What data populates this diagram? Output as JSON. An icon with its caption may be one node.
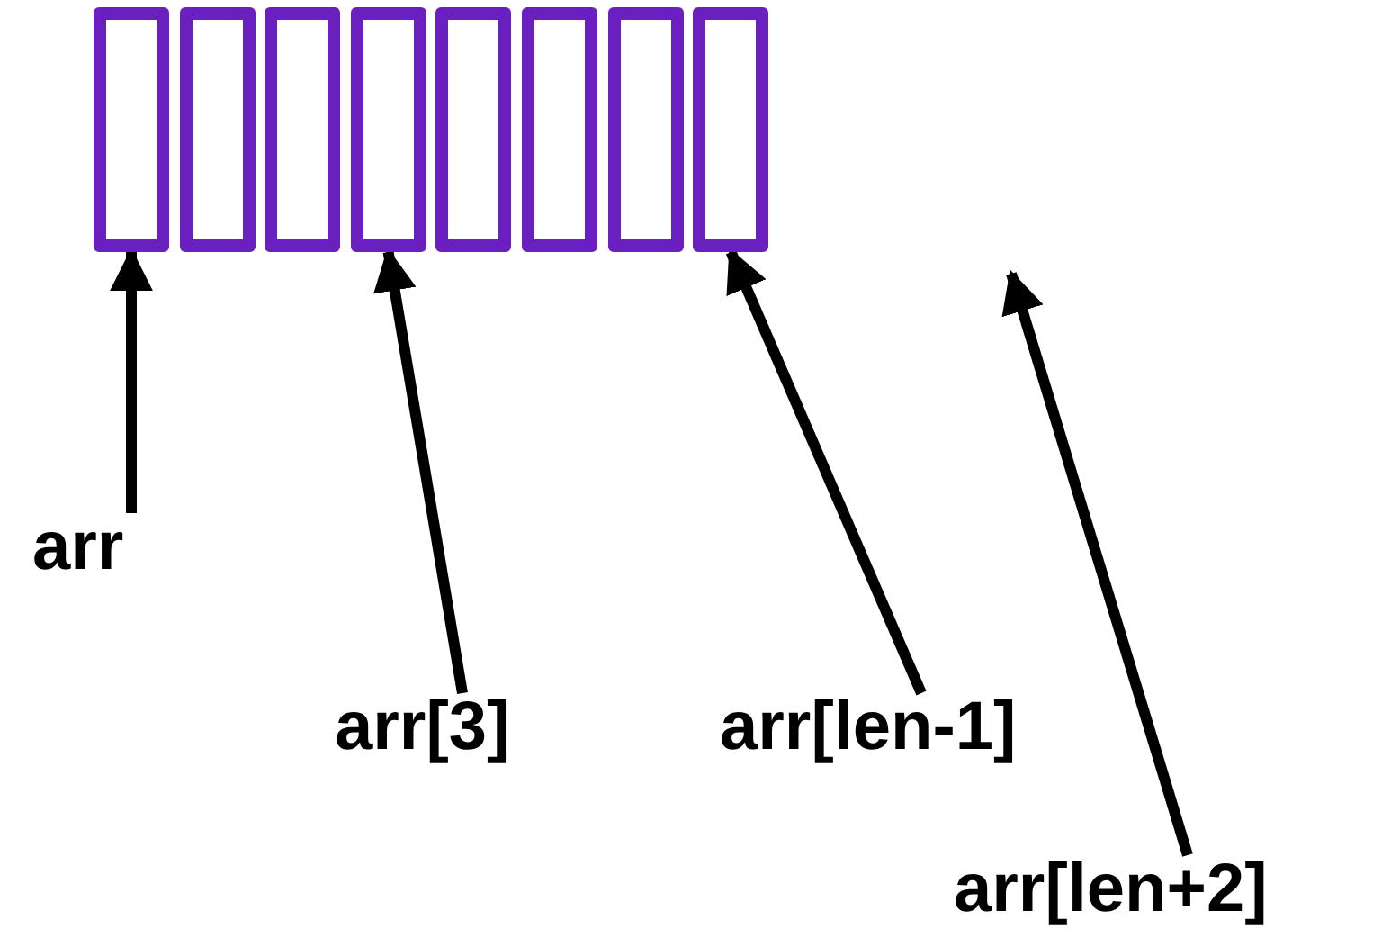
{
  "diagram": {
    "nodes": [
      {
        "text": [],
        "shape": "box"
      },
      {
        "text": [],
        "shape": "box"
      },
      {
        "text": [],
        "shape": "box"
      },
      {
        "text": [],
        "shape": "box"
      },
      {
        "text": [],
        "shape": "box"
      },
      {
        "text": [],
        "shape": "box"
      },
      {
        "text": [],
        "shape": "box"
      },
      {
        "text": [],
        "shape": "box"
      },
      {
        "text": [
          "arr"
        ]
      },
      {
        "text": [
          "arr[3]"
        ]
      },
      {
        "text": [
          "arr[len-1]"
        ]
      },
      {
        "text": [
          "arr[len+2]"
        ]
      }
    ],
    "edges": [
      {
        "from": 8,
        "to": 0,
        "arrow": "to"
      },
      {
        "from": 9,
        "to": 3,
        "arrow": "to"
      },
      {
        "from": 10,
        "to": 7,
        "arrow": "to"
      },
      {
        "from": 11,
        "to": null,
        "arrow": "to"
      }
    ]
  }
}
